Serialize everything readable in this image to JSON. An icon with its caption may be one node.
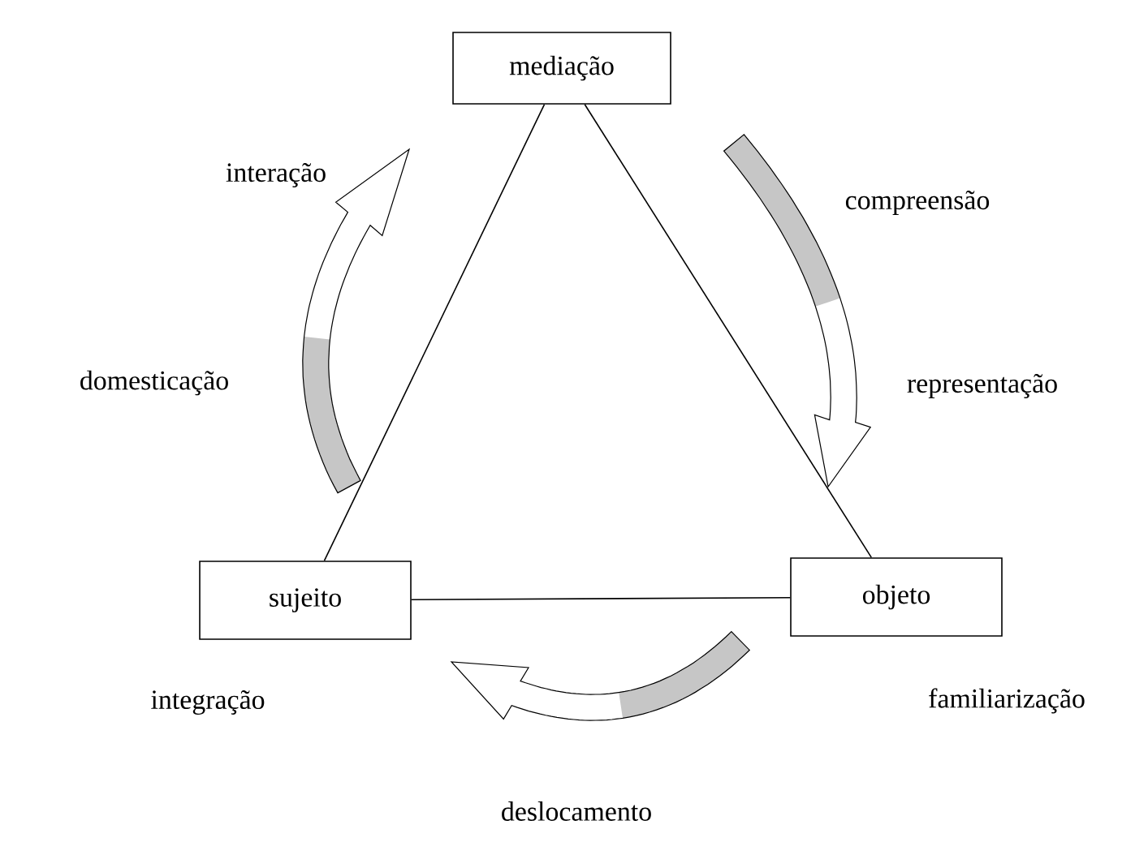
{
  "diagram": {
    "nodes": [
      {
        "text": [
          "mediação"
        ]
      },
      {
        "text": [
          "sujeito"
        ]
      },
      {
        "text": [
          "objeto"
        ]
      }
    ],
    "edges": [
      {
        "from": 0,
        "to": 1,
        "arrow": "none"
      },
      {
        "from": 0,
        "to": 2,
        "arrow": "none"
      },
      {
        "from": 1,
        "to": 2,
        "arrow": "none"
      }
    ],
    "labels": [
      "interação",
      "compreensão",
      "domesticação",
      "representação",
      "integração",
      "familiarização",
      "deslocamento"
    ]
  }
}
